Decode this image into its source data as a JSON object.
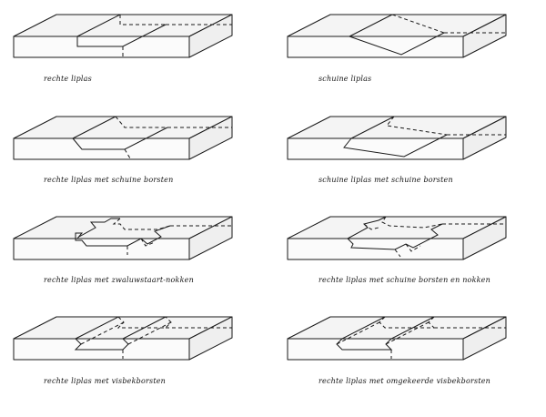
{
  "joints": [
    {
      "id": "rechte-liplas",
      "caption": "rechte liplas"
    },
    {
      "id": "schuine-liplas",
      "caption": "schuine liplas"
    },
    {
      "id": "rechte-liplas-schuine-borsten",
      "caption": "rechte liplas met schuine borsten"
    },
    {
      "id": "schuine-liplas-schuine-borsten",
      "caption": "schuine liplas met schuine borsten"
    },
    {
      "id": "rechte-liplas-zwaluwstaart-nokken",
      "caption": "rechte liplas met zwaluwstaart-nokken"
    },
    {
      "id": "rechte-liplas-schuine-borsten-nokken",
      "caption": "rechte liplas met schuine borsten en nokken"
    },
    {
      "id": "rechte-liplas-visbekborsten",
      "caption": "rechte liplas met visbekborsten"
    },
    {
      "id": "rechte-liplas-omgekeerde-visbekborsten",
      "caption": "rechte liplas met omgekeerde visbekborsten"
    }
  ]
}
